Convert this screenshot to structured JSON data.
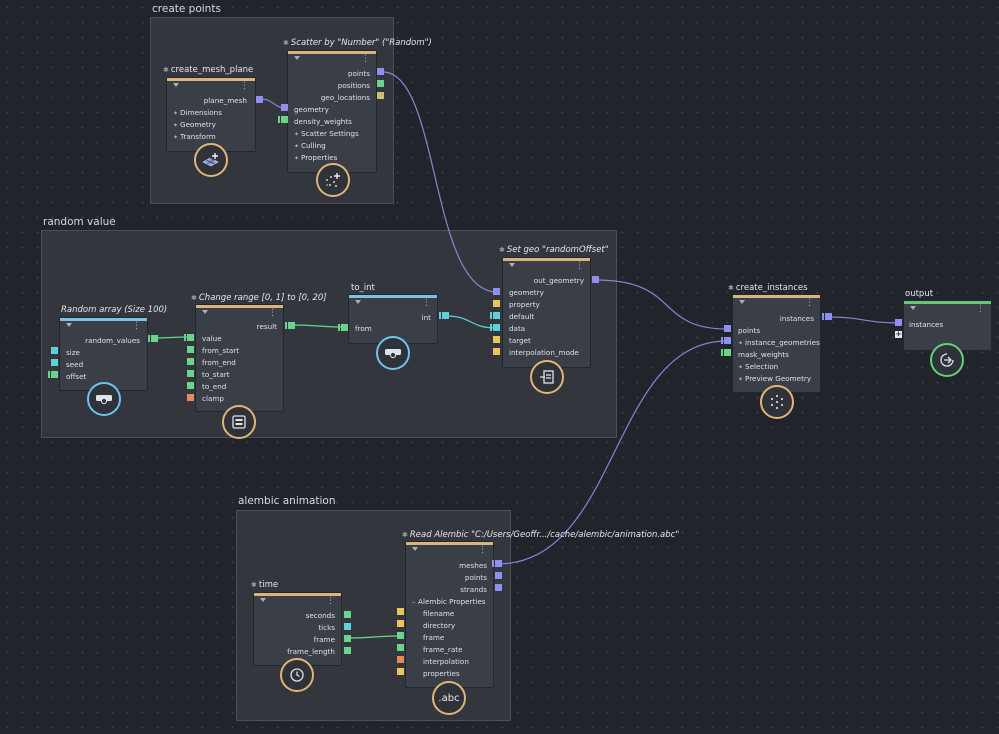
{
  "groups": {
    "create_points": "create points",
    "random_value": "random value",
    "alembic_animation": "alembic animation"
  },
  "colors": {
    "bar_compound": "#d9b47c",
    "bar_random": "#7fc0e8",
    "bar_output": "#64c47a",
    "ring_compound": "#e0b577",
    "ring_blue": "#6fc3f0",
    "ring_green": "#63cf7d",
    "socket_geometry": "#8f8ff0",
    "socket_float": "#6ad48c",
    "socket_int": "#5fcfd9",
    "socket_string": "#e9c45c",
    "socket_color": "#e58a5b",
    "wire": "#8585d6"
  },
  "nodes": {
    "create_mesh_plane": {
      "title": "create_mesh_plane",
      "outputs": [
        "plane_mesh"
      ],
      "inputs": [
        "Dimensions",
        "Geometry",
        "Transform"
      ],
      "icon": "grid-plane-icon"
    },
    "scatter": {
      "title": "Scatter by \"Number\" (\"Random\")",
      "outputs": [
        "points",
        "positions",
        "geo_locations"
      ],
      "inputs": [
        "geometry",
        "density_weights",
        "Scatter Settings",
        "Culling",
        "Properties"
      ],
      "icon": "scatter-icon"
    },
    "random_array": {
      "title": "Random array (Size 100)",
      "outputs": [
        "random_values"
      ],
      "inputs": [
        "size",
        "seed",
        "offset"
      ],
      "icon": "function-icon"
    },
    "change_range": {
      "title": "Change range [0, 1] to [0, 20]",
      "outputs": [
        "result"
      ],
      "inputs": [
        "value",
        "from_start",
        "from_end",
        "to_start",
        "to_end",
        "clamp"
      ],
      "icon": "compound-icon"
    },
    "to_int": {
      "title": "to_int",
      "outputs": [
        "int"
      ],
      "inputs": [
        "from"
      ],
      "icon": "function-icon"
    },
    "set_geo": {
      "title": "Set geo \"randomOffset\"",
      "outputs": [
        "out_geometry"
      ],
      "inputs": [
        "geometry",
        "property",
        "default",
        "data",
        "target",
        "interpolation_mode"
      ],
      "icon": "set-property-icon"
    },
    "create_instances": {
      "title": "create_instances",
      "outputs": [
        "instances"
      ],
      "inputs": [
        "points",
        "instance_geometries",
        "mask_weights",
        "Selection",
        "Preview Geometry"
      ],
      "icon": "scatter-icon"
    },
    "output": {
      "title": "output",
      "inputs": [
        "instances"
      ],
      "icon": "output-icon"
    },
    "time": {
      "title": "time",
      "outputs": [
        "seconds",
        "ticks",
        "frame",
        "frame_length"
      ],
      "icon": "clock-icon"
    },
    "read_alembic": {
      "title": "Read Alembic \"C:/Users/Geoffr.../cache/alembic/animation.abc\"",
      "outputs": [
        "meshes",
        "points",
        "strands"
      ],
      "section": "Alembic Properties",
      "inputs": [
        "filename",
        "directory",
        "frame",
        "frame_rate",
        "interpolation",
        "properties"
      ],
      "icon_text": ".abc"
    }
  }
}
